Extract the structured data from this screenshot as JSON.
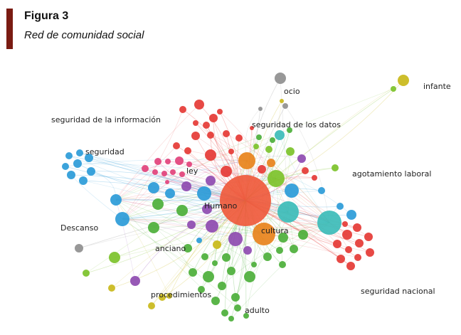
{
  "figure": {
    "label": "Figura 3",
    "caption": "Red de comunidad social"
  },
  "network": {
    "labels": [
      "ocio",
      "infante",
      "seguridad de la información",
      "seguridad de los datos",
      "seguridad",
      "ley",
      "agotamiento laboral",
      "Humano",
      "Descanso",
      "cultura",
      "anciano",
      "procedimientos",
      "seguridad nacional",
      "adulto"
    ],
    "colors": {
      "red": "#e53935",
      "orange_red": "#ef5a3c",
      "orange": "#e8831c",
      "green": "#7cc22a",
      "dark_green": "#4caf3a",
      "blue": "#2b9bd8",
      "teal": "#3cbcb8",
      "purple": "#8e4bb0",
      "pink": "#e2427b",
      "yellow": "#c9b81a",
      "gray": "#8f8f8f"
    }
  }
}
